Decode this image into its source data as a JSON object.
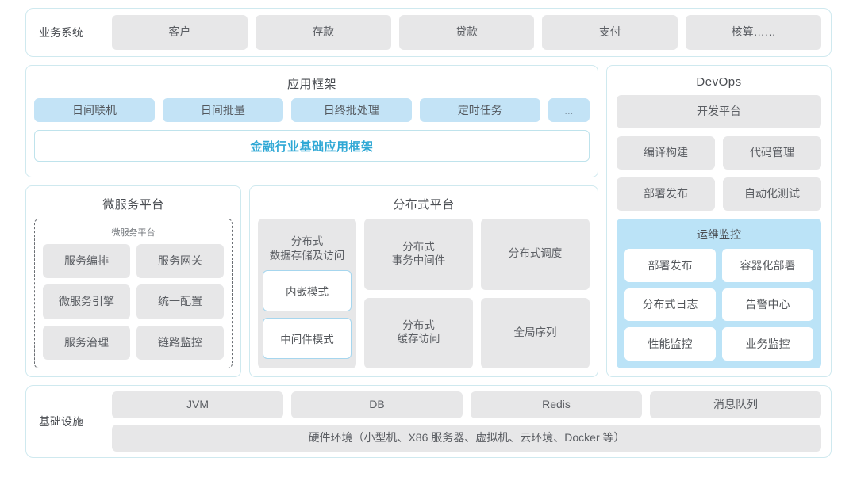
{
  "business": {
    "label": "业务系统",
    "items": [
      "客户",
      "存款",
      "贷款",
      "支付",
      "核算……"
    ]
  },
  "app_framework": {
    "title": "应用框架",
    "tags": [
      "日间联机",
      "日间批量",
      "日终批处理",
      "定时任务",
      "..."
    ],
    "base_bar": "金融行业基础应用框架",
    "base_bar_color": "#2fa8d5"
  },
  "microservice": {
    "title": "微服务平台",
    "inner_title": "微服务平台",
    "items": [
      "服务编排",
      "服务网关",
      "微服务引擎",
      "统一配置",
      "服务治理",
      "链路监控"
    ]
  },
  "distributed": {
    "title": "分布式平台",
    "storage": {
      "title": "分布式\n数据存储及访问",
      "title_line1": "分布式",
      "title_line2": "数据存储及访问",
      "modes": [
        "内嵌模式",
        "中间件模式"
      ]
    },
    "cells": [
      {
        "line1": "分布式",
        "line2": "事务中间件"
      },
      {
        "line1": "分布式调度",
        "line2": ""
      },
      {
        "line1": "分布式",
        "line2": "缓存访问"
      },
      {
        "line1": "全局序列",
        "line2": ""
      }
    ]
  },
  "devops": {
    "title": "DevOps",
    "platform": "开发平台",
    "pairs": [
      [
        "编译构建",
        "代码管理"
      ],
      [
        "部署发布",
        "自动化测试"
      ]
    ],
    "ops": {
      "title": "运维监控",
      "items": [
        "部署发布",
        "容器化部署",
        "分布式日志",
        "告警中心",
        "性能监控",
        "业务监控"
      ],
      "bg_color": "#bbe3f7"
    }
  },
  "infrastructure": {
    "label": "基础设施",
    "items": [
      "JVM",
      "DB",
      "Redis",
      "消息队列"
    ],
    "hardware": "硬件环境（小型机、X86 服务器、虚拟机、云环境、Docker 等）"
  },
  "theme": {
    "card_border": "#cfe9ef",
    "gray_tile": "#e7e7e8",
    "blue_tile": "#c3e3f6"
  }
}
